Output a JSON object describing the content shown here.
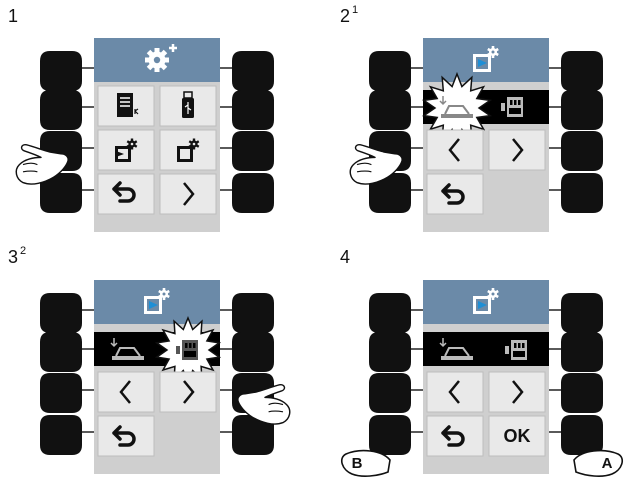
{
  "steps": [
    {
      "number": "1",
      "superscript": ""
    },
    {
      "number": "2",
      "superscript": "1"
    },
    {
      "number": "3",
      "superscript": "2"
    },
    {
      "number": "4",
      "superscript": ""
    }
  ],
  "buttons": {
    "ok_label": "OK"
  },
  "callouts": {
    "a_label": "A",
    "b_label": "B"
  },
  "icons": {
    "settings_header": "gear-plus-icon",
    "export_header": "export-settings-icon",
    "book": "book-icon",
    "usb": "usb-stick-icon",
    "import_settings": "import-settings-icon",
    "export_settings": "export-settings-icon",
    "back": "back-arrow-icon",
    "next": "chevron-right-icon",
    "prev": "chevron-left-icon",
    "machine": "machine-icon",
    "memory_card": "memory-card-icon",
    "hand": "hand-pointer-icon",
    "starburst": "highlight-burst-icon"
  },
  "colors": {
    "header": "#6b8aa8",
    "tile": "#e9e9e9",
    "screen_bg": "#cfcfcf",
    "dark_band": "#000000",
    "button": "#111111",
    "arrow_blue": "#1e8fd6"
  }
}
